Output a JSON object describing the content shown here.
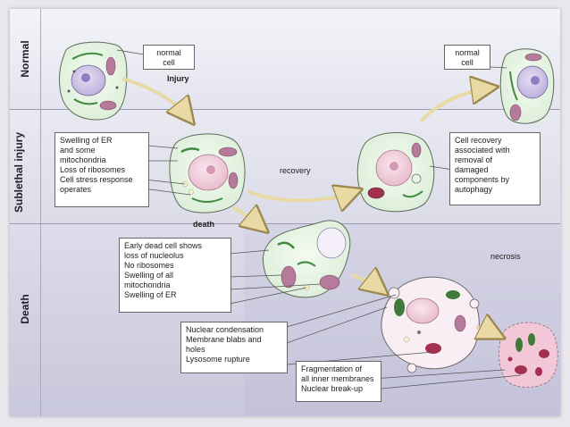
{
  "rows": {
    "normal": "Normal",
    "sublethal": "Sublethal injury",
    "death": "Death"
  },
  "labels": {
    "normal_cell_left": "normal cell",
    "injury": "Injury",
    "normal_cell_right": "normal cell",
    "recovery": "recovery",
    "death": "death",
    "necrosis": "necrosis"
  },
  "boxes": {
    "sublethal_changes": [
      "Swelling of ER",
      "and some",
      "mitochondria",
      "Loss of ribosomes",
      "Cell stress response",
      "operates"
    ],
    "cell_recovery": [
      "Cell recovery",
      "associated with",
      "removal of",
      "damaged",
      "components by",
      "autophagy"
    ],
    "early_dead": [
      "Early dead cell shows",
      "loss of nucleolus",
      "No ribosomes",
      "Swelling of all",
      "mitochondria",
      "Swelling of ER"
    ],
    "nuclear_condensation": [
      "Nuclear condensation",
      "Membrane blabs and",
      "holes",
      "Lysosome rupture"
    ],
    "fragmentation": [
      "Fragmentation of",
      "all inner membranes",
      "Nuclear break-up"
    ]
  }
}
